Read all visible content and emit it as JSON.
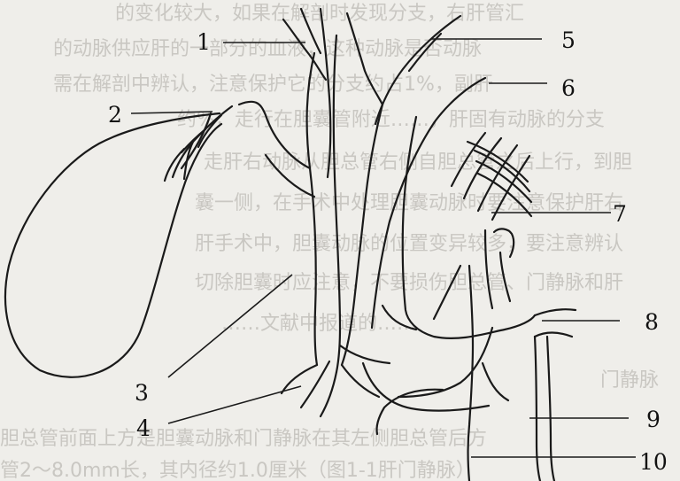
{
  "background_text_lines": [
    "的变化较大，如果在解剖时发现分支，右肝管汇",
    "的动脉供应肝的一部分的血液，这种动脉是否动脉",
    "需在解剖中辨认，注意保护它的分支约占1%，副肝",
    "约%，走行在胆囊管附近……，肝固有动脉的分支",
    "走肝右动脉从胆总管右侧自胆总管之后上行，到胆",
    "囊一侧，在手术中处理胆囊动脉时要注意保护肝右",
    "肝手术中，胆囊动脉的位置变异较多，要注意辨认",
    "切除胆囊时应注意，不要损伤胆总管、门静脉和肝",
    "……文献中报道的……"
  ],
  "footer_text_lines": [
    "门静脉",
    "胆总管前面上方是胆囊动脉和门静脉在其左侧胆总管后方",
    "管2～8.0mm长，其内径约1.0厘米（图1-1肝门静脉）"
  ],
  "labels": [
    "1",
    "2",
    "3",
    "4",
    "5",
    "6",
    "7",
    "8",
    "9",
    "10"
  ]
}
